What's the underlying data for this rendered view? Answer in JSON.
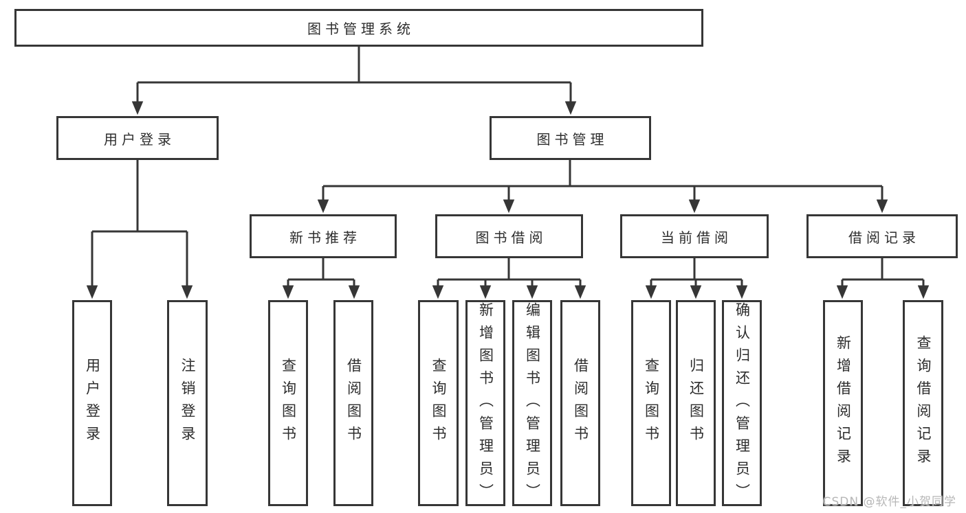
{
  "diagram_title": "图书管理系统",
  "colors": {
    "line": "#363636",
    "text": "#2d2d2d",
    "box_fill": "#ffffff",
    "watermark": "#b7b7b7"
  },
  "nodes": {
    "root": {
      "label": "图书管理系统"
    },
    "level2": [
      {
        "label": "用户登录"
      },
      {
        "label": "图书管理"
      }
    ],
    "level3": [
      {
        "label": "新书推荐"
      },
      {
        "label": "图书借阅"
      },
      {
        "label": "当前借阅"
      },
      {
        "label": "借阅记录"
      }
    ],
    "level4": [
      {
        "label": "用户登录",
        "parent": "用户登录"
      },
      {
        "label": "注销登录",
        "parent": "用户登录"
      },
      {
        "label": "查询图书",
        "parent": "新书推荐"
      },
      {
        "label": "借阅图书",
        "parent": "新书推荐"
      },
      {
        "label": "查询图书",
        "parent": "图书借阅"
      },
      {
        "label": "新增图书（管理员）",
        "parent": "图书借阅"
      },
      {
        "label": "编辑图书（管理员）",
        "parent": "图书借阅"
      },
      {
        "label": "借阅图书",
        "parent": "图书借阅"
      },
      {
        "label": "查询图书",
        "parent": "当前借阅"
      },
      {
        "label": "归还图书",
        "parent": "当前借阅"
      },
      {
        "label": "确认归还（管理员）",
        "parent": "当前借阅"
      },
      {
        "label": "新增借阅记录",
        "parent": "借阅记录"
      },
      {
        "label": "查询借阅记录",
        "parent": "借阅记录"
      }
    ]
  },
  "watermark": {
    "text": "CSDN @软件_小贺同学"
  }
}
